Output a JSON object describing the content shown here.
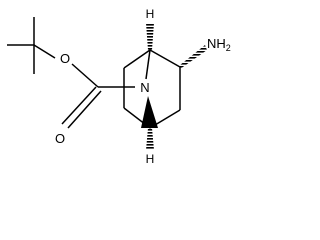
{
  "structure": {
    "atoms": {
      "oxygen_ester": "O",
      "oxygen_carbonyl": "O",
      "nitrogen_bridge": "N",
      "amine": "NH",
      "amine_subscript": "2",
      "hydrogen_top": "H",
      "hydrogen_bottom": "H"
    },
    "colors": {
      "bond": "#000000",
      "background": "#ffffff"
    }
  }
}
